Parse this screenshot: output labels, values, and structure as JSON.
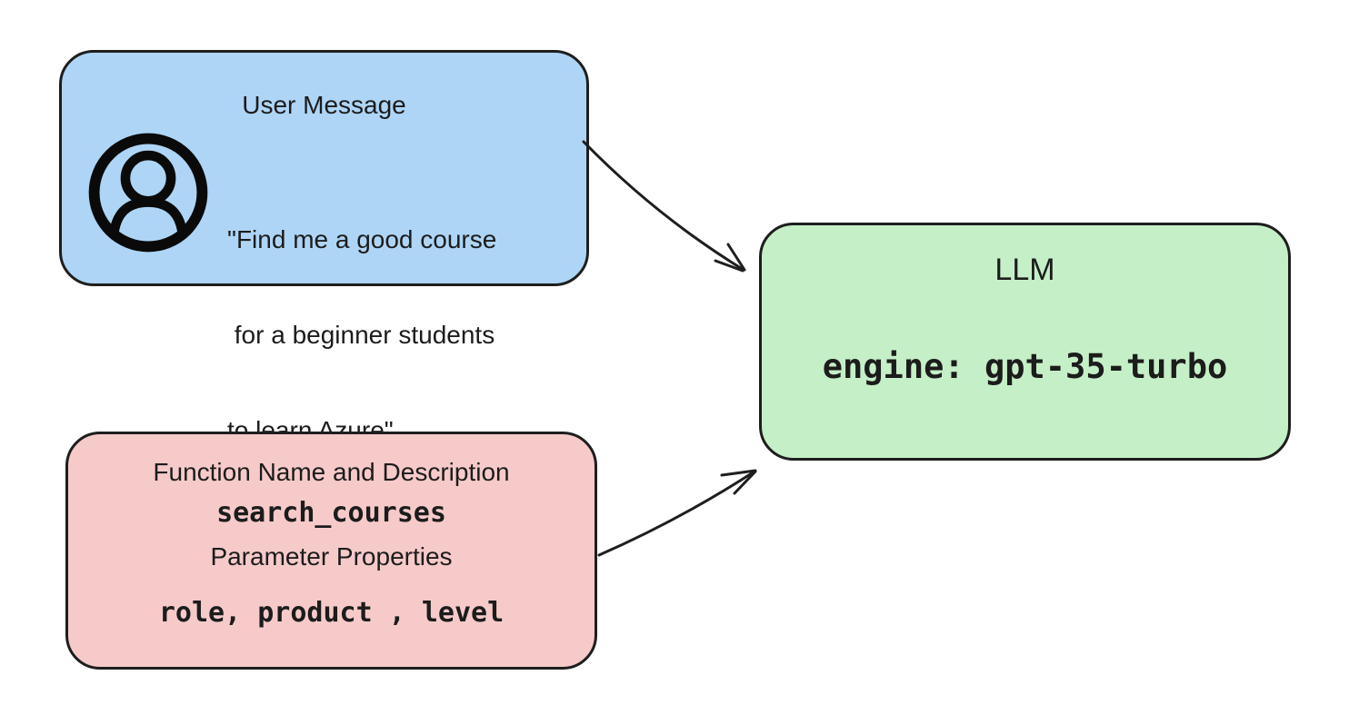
{
  "canvas": {
    "background": "#ffffff",
    "stroke_color": "#1e1e1e",
    "text_color": "#1c1c1c"
  },
  "user_message_box": {
    "title": "User Message",
    "quote_lines": {
      "0": "\"Find me a good course",
      "1": " for a beginner students",
      "2": "to learn Azure\""
    },
    "fill": "#AED5F6",
    "icon": "user-avatar-icon"
  },
  "function_box": {
    "heading": "Function Name and Description",
    "function_name": "search_courses",
    "subheading": "Parameter Properties",
    "parameters": "role, product , level",
    "fill": "#F7CACA"
  },
  "llm_box": {
    "title": "LLM",
    "engine": "engine: gpt-35-turbo",
    "fill": "#C5EFC7"
  },
  "arrows": [
    {
      "name": "arrow-user-message-to-llm",
      "from": "user_message_box",
      "to": "llm_box"
    },
    {
      "name": "arrow-function-to-llm",
      "from": "function_box",
      "to": "llm_box"
    }
  ]
}
